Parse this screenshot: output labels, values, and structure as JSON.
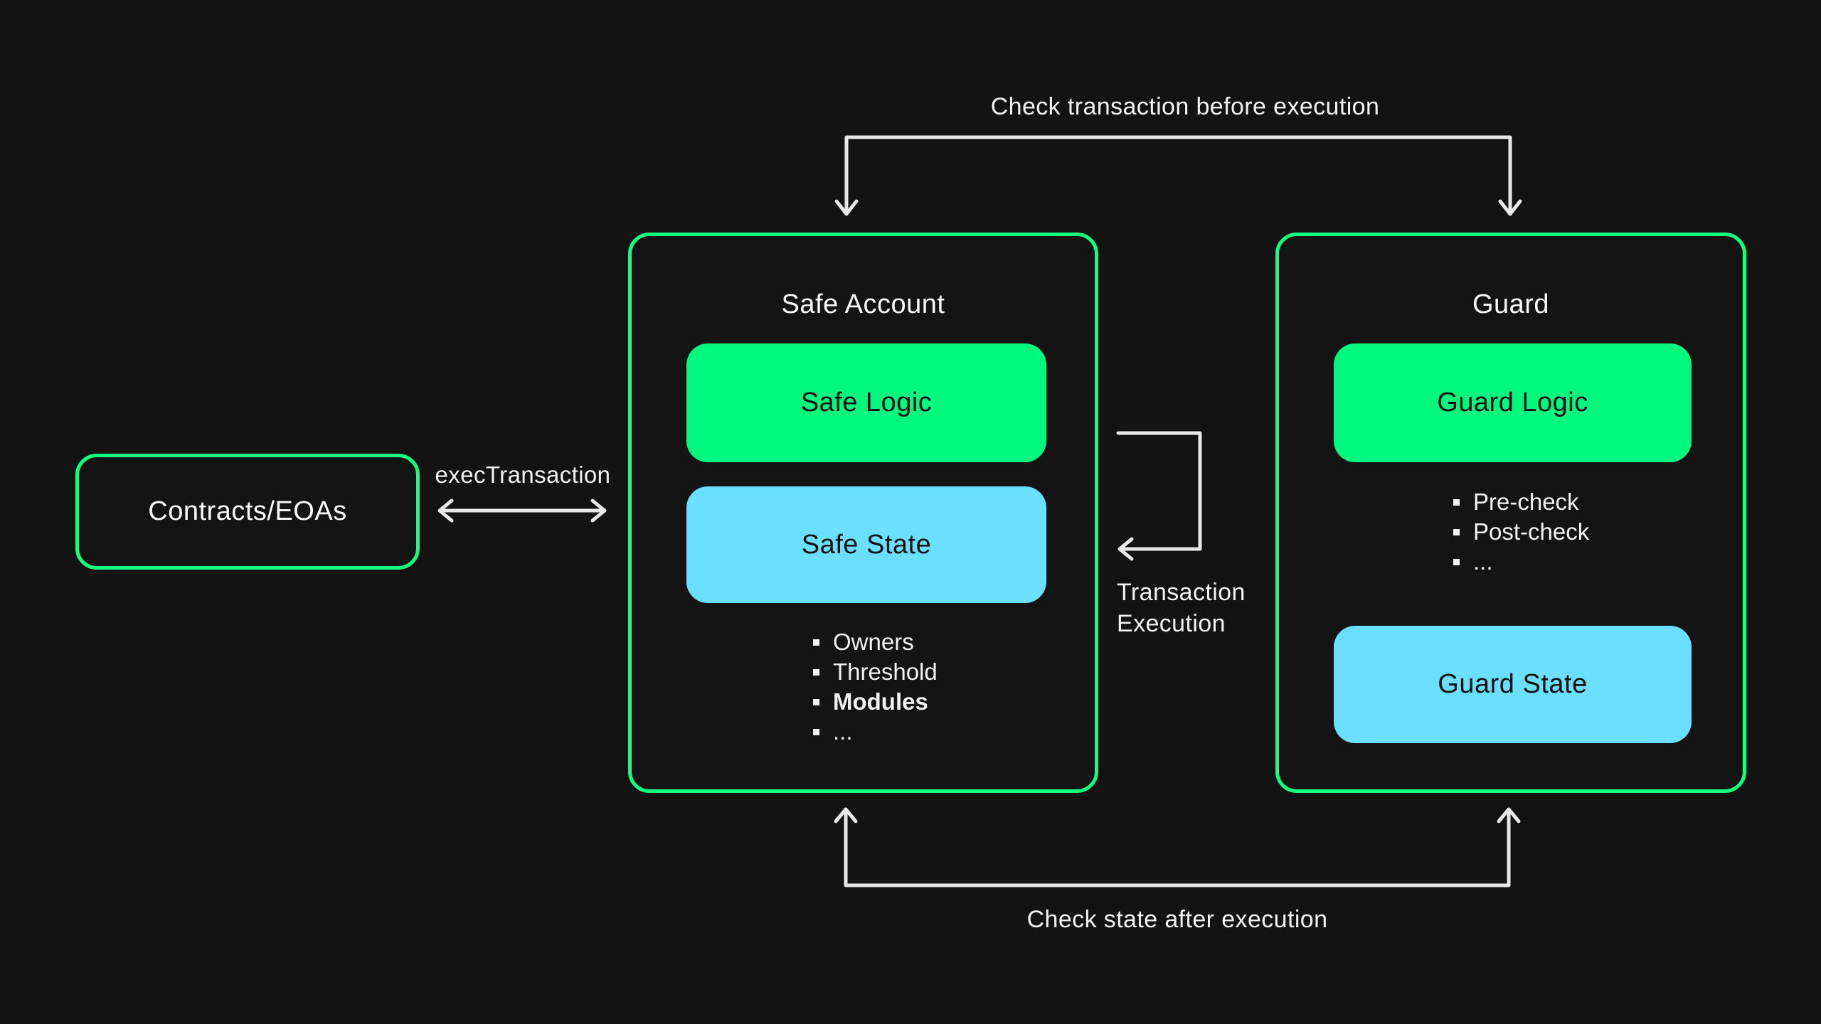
{
  "colors": {
    "background": "#131313",
    "container_border": "#12FF80",
    "logic_fill": "#00F87F",
    "state_fill": "#6BDFFF",
    "arrow": "#E8E8E8",
    "text_light": "#FAFAFA",
    "text_dark": "#111111"
  },
  "nodes": {
    "contracts": {
      "label": "Contracts/EOAs"
    },
    "safe_account": {
      "title": "Safe Account",
      "logic": "Safe Logic",
      "state": "Safe State",
      "bullets": [
        {
          "text": "Owners",
          "bold": false
        },
        {
          "text": "Threshold",
          "bold": false
        },
        {
          "text": "Modules",
          "bold": true
        },
        {
          "text": "...",
          "bold": false
        }
      ]
    },
    "guard": {
      "title": "Guard",
      "logic": "Guard Logic",
      "state": "Guard State",
      "bullets": [
        {
          "text": "Pre-check",
          "bold": false
        },
        {
          "text": "Post-check",
          "bold": false
        },
        {
          "text": "...",
          "bold": false
        }
      ]
    }
  },
  "edges": {
    "exec_transaction": {
      "label": "execTransaction"
    },
    "check_before": {
      "label": "Check transaction before execution"
    },
    "check_after": {
      "label": "Check state after execution"
    },
    "transaction_execution": {
      "label_lines": [
        "Transaction",
        "Execution"
      ]
    }
  }
}
